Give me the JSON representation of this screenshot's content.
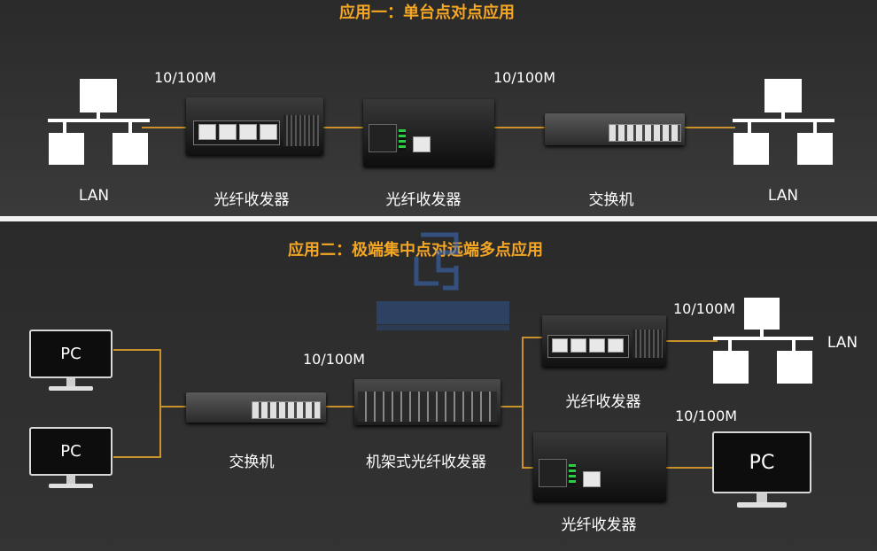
{
  "section1": {
    "title": "应用一：单台点对点应用",
    "speed_left": "10/100M",
    "speed_right": "10/100M",
    "labels": [
      "LAN",
      "光纤收发器",
      "光纤收发器",
      "交换机",
      "LAN"
    ]
  },
  "section2": {
    "title": "应用二：极端集中点对远端多点应用",
    "speed_mid": "10/100M",
    "speed_top": "10/100M",
    "speed_bottom": "10/100M",
    "pc_labels": [
      "PC",
      "PC",
      "PC"
    ],
    "lan_label": "LAN",
    "switch_label": "交换机",
    "rack_label": "机架式光纤收发器",
    "converter_top_label": "光纤收发器",
    "converter_bottom_label": "光纤收发器"
  },
  "colors": {
    "accent": "#f5a623",
    "line": "#c9922a",
    "background": "#2c2c2c"
  }
}
